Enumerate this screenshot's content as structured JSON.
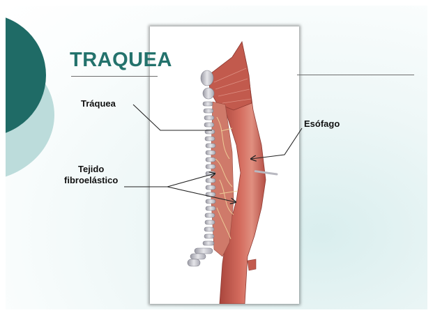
{
  "slide": {
    "title": "TRAQUEA",
    "labels": {
      "traquea": "Tráquea",
      "esofago": "Esófago",
      "tejido_line1": "Tejido",
      "tejido_line2": "fibroelástico"
    },
    "colors": {
      "accent_dark": "#1f6b66",
      "accent_light": "#bcdcdb",
      "title": "#23726c",
      "muscle": "#c75a4e",
      "cartilage": "#c9c9cf"
    }
  }
}
